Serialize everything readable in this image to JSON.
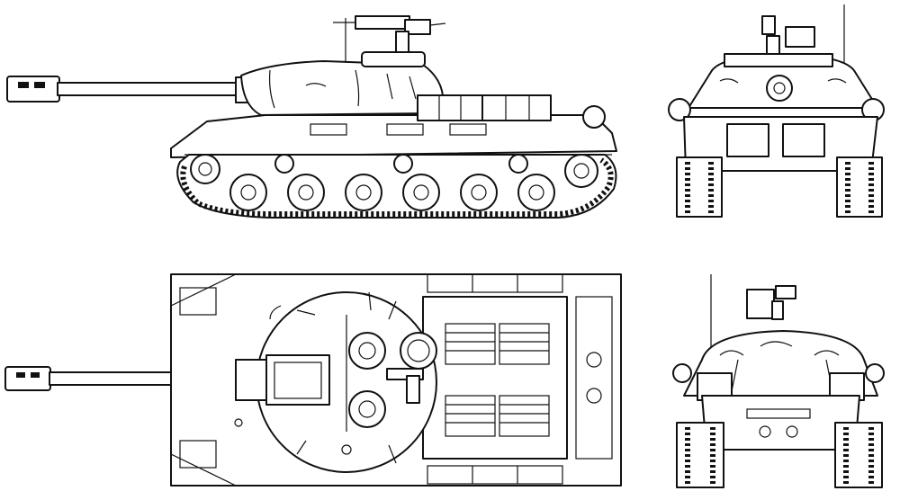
{
  "figure": {
    "views": [
      {
        "id": "side",
        "icon": "tank-side-view-icon"
      },
      {
        "id": "front",
        "icon": "tank-front-view-icon"
      },
      {
        "id": "top",
        "icon": "tank-top-view-icon"
      },
      {
        "id": "rear",
        "icon": "tank-rear-view-icon"
      }
    ],
    "line_color": "#111111",
    "background": "#ffffff"
  }
}
